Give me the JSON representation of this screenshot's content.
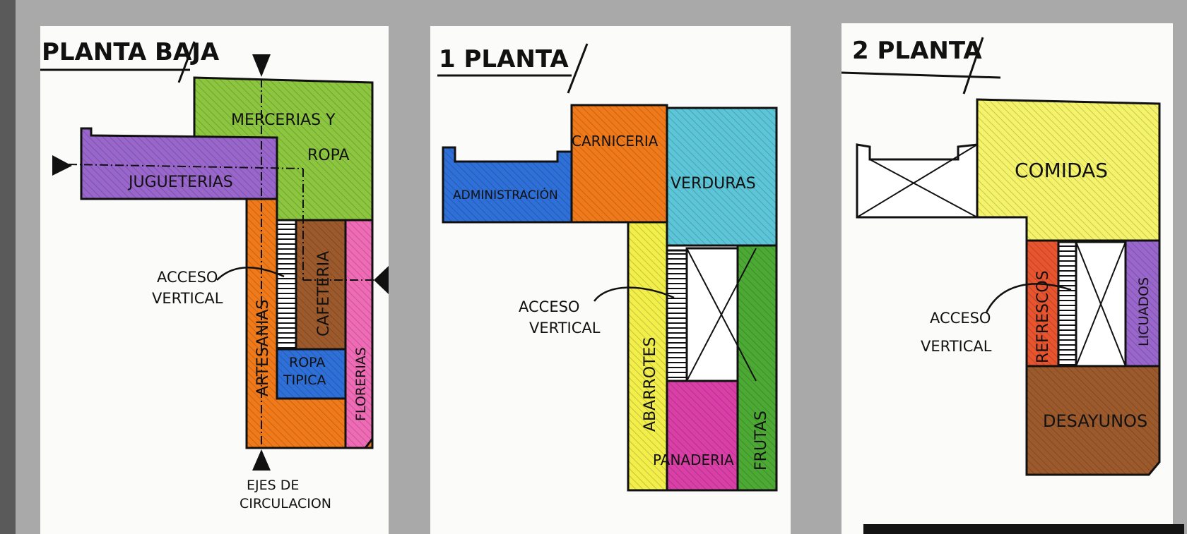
{
  "colors": {
    "green": "#8cc63f",
    "purple": "#9966cc",
    "orange": "#f07a1a",
    "brown": "#9c5a2c",
    "blue": "#2e6fd8",
    "pink": "#ef6bb5",
    "cyan": "#5cc6d8",
    "yellow": "#f2ee4a",
    "dark_green": "#4caa34",
    "light_yellow": "#f4f36a",
    "red": "#e8542e",
    "magenta": "#d93fa6"
  },
  "sheets": [
    {
      "title": "PLANTA BAJA",
      "areas": {
        "mercerias": "MERCERIAS Y",
        "ropa": "ROPA",
        "jugueterias": "JUGUETERIAS",
        "artesanias": "ARTESANIAS",
        "cafeteria": "CAFETERIA",
        "florerias": "FLORERIAS",
        "ropa_tipica_1": "ROPA",
        "ropa_tipica_2": "TIPICA"
      },
      "notes": {
        "acceso_1": "ACCESO",
        "acceso_2": "VERTICAL",
        "ejes_1": "EJES DE",
        "ejes_2": "CIRCULACION"
      }
    },
    {
      "title": "1 PLANTA",
      "areas": {
        "carniceria": "CARNICERIA",
        "verduras": "VERDURAS",
        "administracion": "ADMINISTRACIÓN",
        "abarrotes": "ABARROTES",
        "panaderia": "PANADERIA",
        "frutas": "FRUTAS"
      },
      "notes": {
        "acceso_1": "ACCESO",
        "acceso_2": "VERTICAL"
      }
    },
    {
      "title": "2 PLANTA",
      "areas": {
        "comidas": "COMIDAS",
        "refrescos": "REFRESCOS",
        "licuados": "LICUADOS",
        "desayunos": "DESAYUNOS"
      },
      "notes": {
        "acceso_1": "ACCESO",
        "acceso_2": "VERTICAL"
      }
    }
  ]
}
